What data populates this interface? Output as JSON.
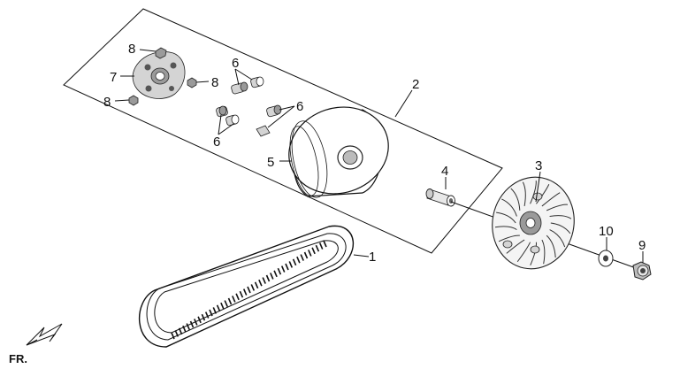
{
  "callouts": {
    "c1": "1",
    "c2": "2",
    "c3": "3",
    "c4": "4",
    "c5": "5",
    "c6a": "6",
    "c6b": "6",
    "c6c": "6",
    "c7": "7",
    "c8a": "8",
    "c8b": "8",
    "c8c": "8",
    "c9": "9",
    "c10": "10"
  },
  "direction_label": "FR."
}
